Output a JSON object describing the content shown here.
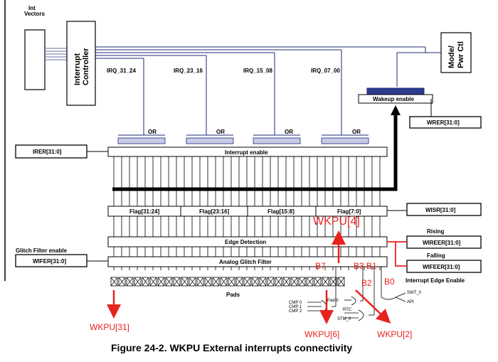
{
  "figure": {
    "caption": "Figure 24-2. WKPU External interrupts connectivity",
    "blocks": {
      "int_vectors": "Int\nVectors",
      "interrupt_controller": "Interrupt\nController",
      "mode_pwr_ctl": "Mode/\nPwr Ctl",
      "wakeup_enable": "Wakeup enable",
      "interrupt_enable": "Interrupt enable",
      "edge_detection": "Edge Detection",
      "analog_glitch_filter": "Analog Glitch Filter",
      "pads": "Pads"
    },
    "irq_labels": [
      "IRQ_31_24",
      "IRQ_23_16",
      "IRQ_15_08",
      "IRQ_07_00"
    ],
    "or_label": "OR",
    "flags": [
      "Flag[31:24]",
      "Flag[23:16]",
      "Flag[15:8]",
      "Flag[7:0]"
    ],
    "registers": {
      "irer": "IRER[31:0]",
      "wrer": "WRER[31:0]",
      "wisr": "WISR[31:0]",
      "wireer": "WIREER[31:0]",
      "wifeer": "WIFEER[31:0]",
      "wifer": "WIFER[31:0]"
    },
    "side_labels": {
      "rising": "Rising",
      "falling": "Falling",
      "interrupt_edge_enable": "Interrupt Edge Enable",
      "glitch_filter_enable": "Glitch Filter enable"
    },
    "sources": {
      "cmp0": "CMP 0",
      "cmp1": "CMP 1",
      "cmp2": "CMP 2",
      "pad0": "Pad 0",
      "rtc": "RTC",
      "stm0": "STM_0",
      "swt0": "SWT_0",
      "api": "API"
    },
    "annotations": {
      "wkpu4": "WKPU[4]",
      "wkpu31": "WKPU[31]",
      "wkpu6": "WKPU[6]",
      "wkpu2": "WKPU[2]",
      "b7": "B7",
      "b3b1": "B3 B1",
      "b2": "B2",
      "b0": "B0"
    },
    "colors": {
      "line": "#000000",
      "bus": "#1f2a7a",
      "annotation": "#e8231e"
    }
  }
}
